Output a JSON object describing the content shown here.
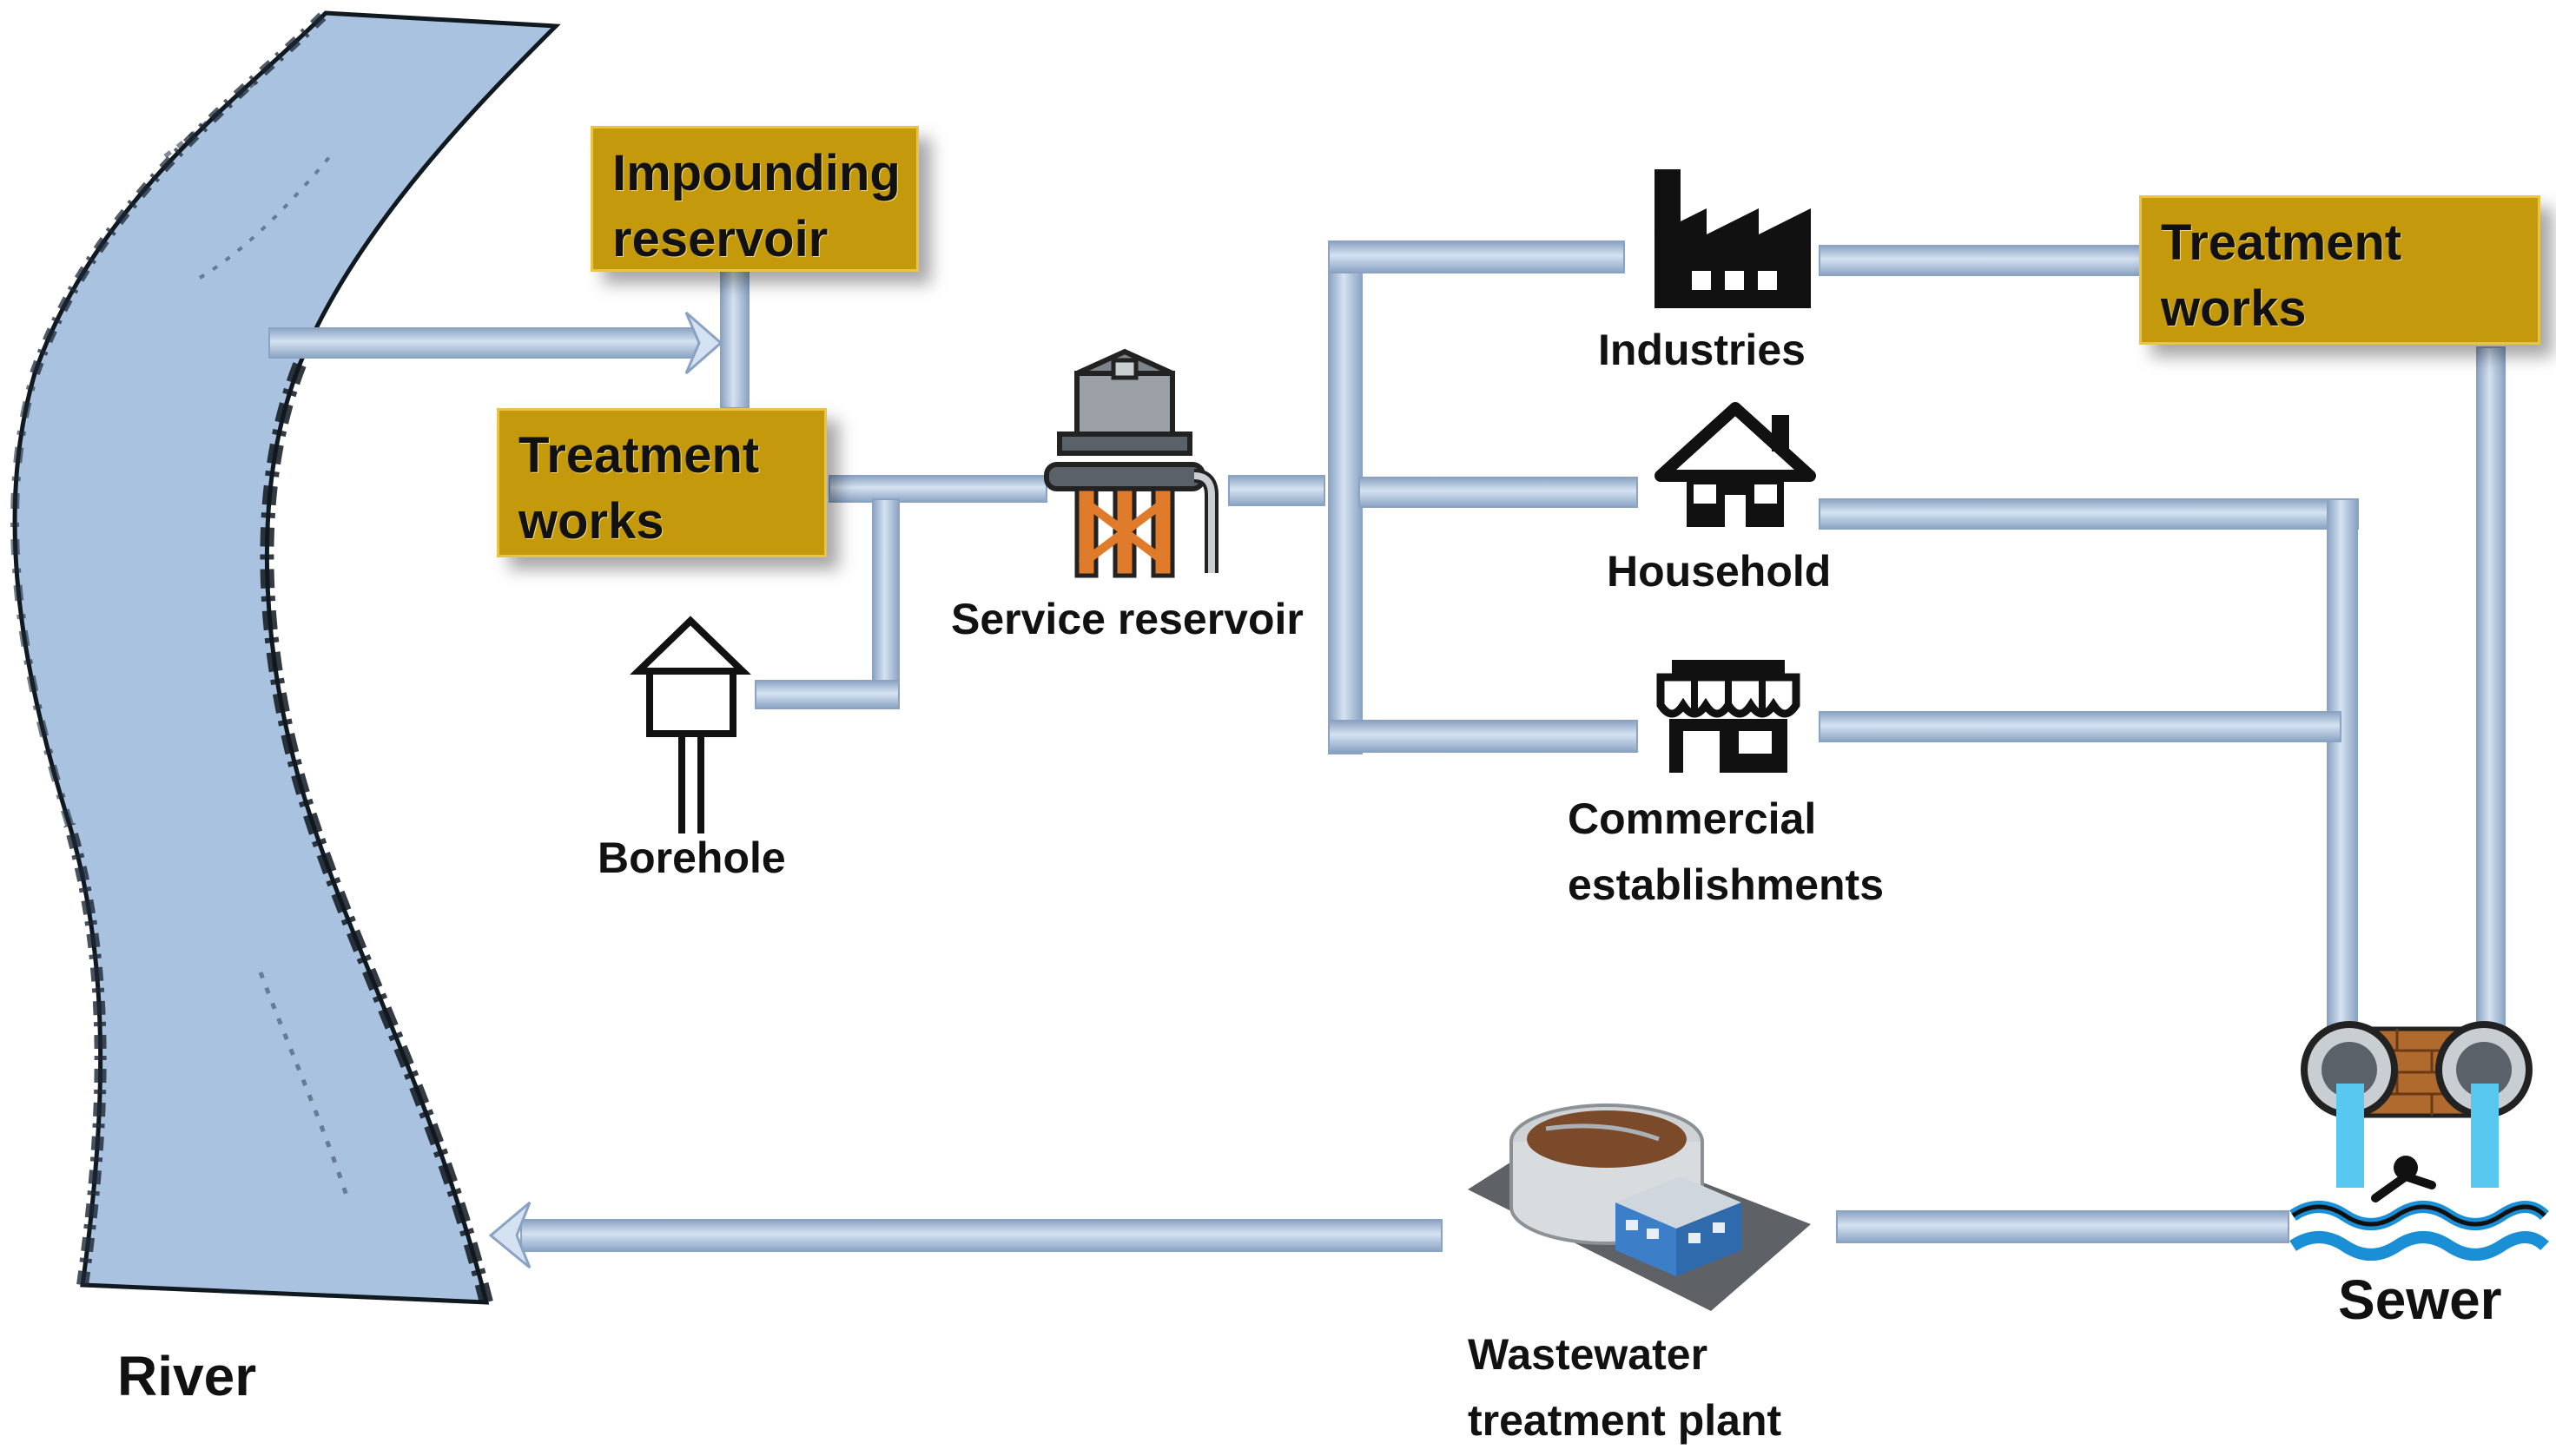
{
  "colors": {
    "pipe": "#b7cbe3",
    "pipe_edge": "#8aa3c3",
    "river": "#a8c2df",
    "river_dark": "#1a1a1a",
    "box_fill": "#c49a0c",
    "box_border": "#e7c448",
    "icon": "#111111"
  },
  "boxes": {
    "impounding_reservoir": "Impounding reservoir",
    "treatment_works_left": "Treatment works",
    "treatment_works_right": "Treatment works"
  },
  "labels": {
    "river": "River",
    "borehole": "Borehole",
    "service_reservoir": "Service reservoir",
    "industries": "Industries",
    "household": "Household",
    "commercial": "Commercial establishments",
    "sewer": "Sewer",
    "wastewater": "Wastewater treatment plant"
  },
  "icons": [
    "river-shape",
    "borehole-icon",
    "water-tower-icon",
    "factory-icon",
    "house-icon",
    "shop-icon",
    "sewer-outfall-icon",
    "wastewater-plant-icon"
  ]
}
